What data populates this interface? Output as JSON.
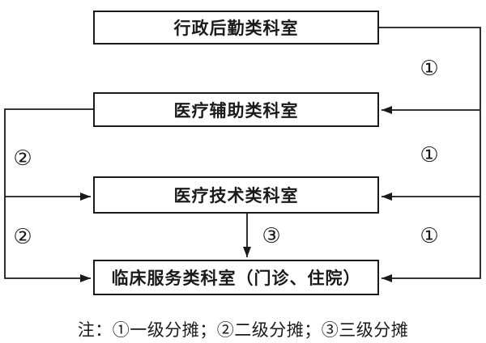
{
  "diagram": {
    "title": "department-cost-allocation-flow",
    "boxes": [
      {
        "id": "administrative-logistics",
        "label": "行政后勤类科室"
      },
      {
        "id": "medical-auxiliary",
        "label": "医疗辅助类科室"
      },
      {
        "id": "medical-technical",
        "label": "医疗技术类科室"
      },
      {
        "id": "clinical-service",
        "label": "临床服务类科室（门诊、住院）"
      }
    ],
    "connector_labels": [
      {
        "symbol": "①",
        "side": "right",
        "slot": "top"
      },
      {
        "symbol": "①",
        "side": "right",
        "slot": "middle"
      },
      {
        "symbol": "①",
        "side": "right",
        "slot": "bottom"
      },
      {
        "symbol": "②",
        "side": "left",
        "slot": "top"
      },
      {
        "symbol": "②",
        "side": "left",
        "slot": "bottom"
      },
      {
        "symbol": "③",
        "side": "center",
        "slot": "middle"
      }
    ],
    "note": "注：①一级分摊；②二级分摊；③三级分摊",
    "colors": {
      "line": "#1a1a1a",
      "box_border": "#1a1a1a",
      "text": "#1a1a1a",
      "background": "#ffffff"
    }
  }
}
